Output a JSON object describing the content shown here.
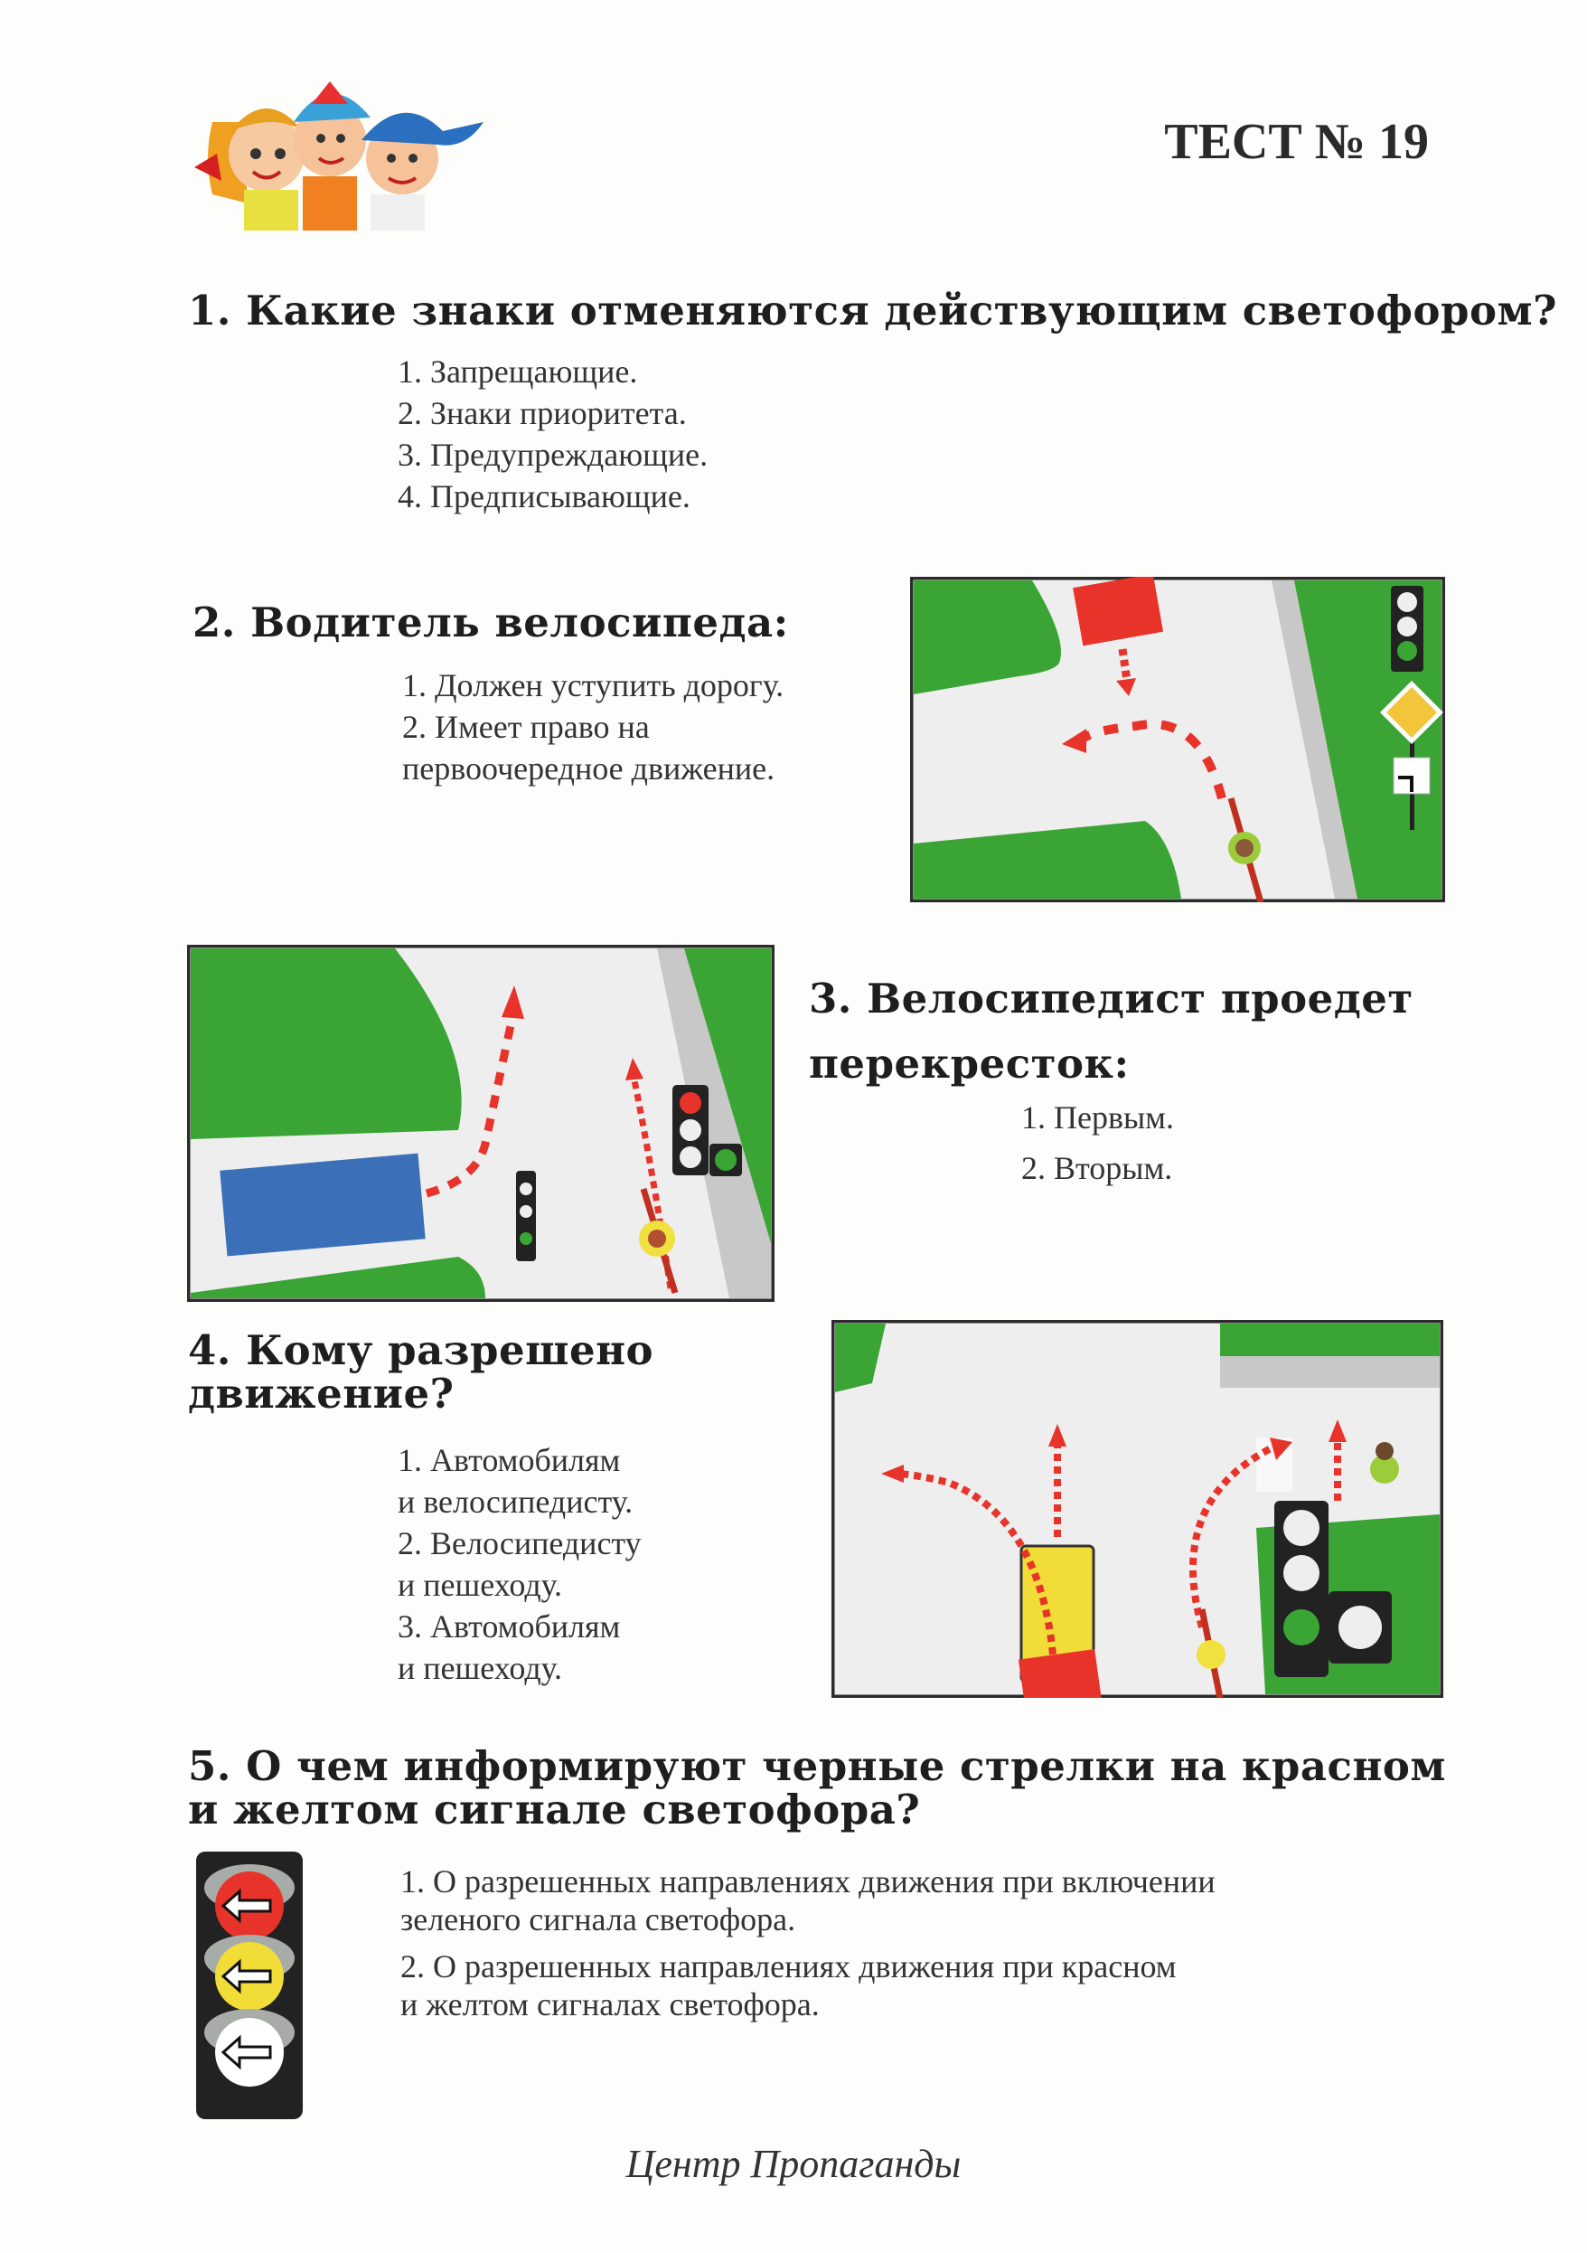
{
  "header": {
    "title": "ТЕСТ № 19"
  },
  "questions": [
    {
      "heading": "1. Какие знаки  отменяются действующим светофором?",
      "answers": [
        "1. Запрещающие.",
        "2. Знаки приоритета.",
        "3. Предупреждающие.",
        "4. Предписывающие."
      ]
    },
    {
      "heading": "2. Водитель велосипеда:",
      "answers": [
        "1. Должен уступить дорогу.",
        "2. Имеет право на",
        "первоочередное движение."
      ]
    },
    {
      "heading_lines": [
        "3. Велосипедист проедет",
        "перекресток:"
      ],
      "answers": [
        "1. Первым.",
        "2. Вторым."
      ]
    },
    {
      "heading_lines": [
        "4. Кому разрешено",
        "движение?"
      ],
      "answers": [
        "1. Автомобилям",
        "и велосипедисту.",
        "2. Велосипедисту",
        "и пешеходу.",
        "3. Автомобилям",
        "и пешеходу."
      ]
    },
    {
      "heading_lines": [
        "5. О чем информируют черные стрелки на красном",
        "и желтом сигнале светофора?"
      ],
      "answers": [
        "1. О разрешенных направлениях движения при включении",
        "зеленого сигнала светофора.",
        "2. О разрешенных направлениях движения при красном",
        "и желтом сигналах светофора."
      ]
    }
  ],
  "footer": {
    "text": "Центр Пропаганды"
  },
  "colors": {
    "grass": "#3aa535",
    "road": "#eeeeee",
    "arrow": "#e8332a",
    "frame": "#2b2b2b"
  }
}
